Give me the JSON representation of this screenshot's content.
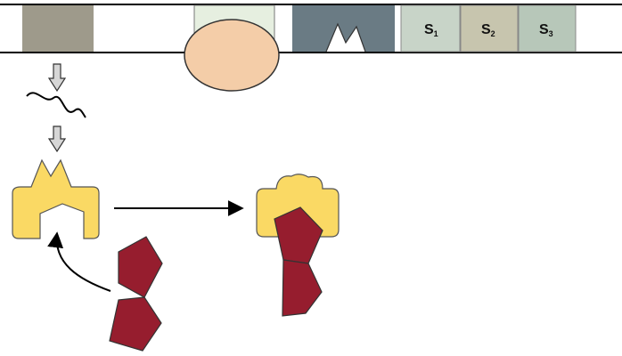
{
  "colors": {
    "line": "#000000",
    "outline": "#555555",
    "block_gray": "#9e9a8b",
    "block_pale_green": "#e6efe0",
    "block_slate": "#6a7b84",
    "s1_fill": "#c8d4c8",
    "s2_fill": "#c7c5ae",
    "s3_fill": "#b7c7b9",
    "oval": "#f4cda8",
    "enzyme": "#fad964",
    "substrate": "#961d2e",
    "arrow_hollow": "#d6d6d6"
  },
  "segments": {
    "s1": {
      "letter": "S",
      "sub": "1"
    },
    "s2": {
      "letter": "S",
      "sub": "2"
    },
    "s3": {
      "letter": "S",
      "sub": "3"
    }
  },
  "icons": {
    "down_arrow": "hollow-down-arrow-icon",
    "mrna": "wavy-line-icon",
    "arrow": "solid-arrow-icon",
    "curved_arrow": "curved-arrow-icon"
  }
}
